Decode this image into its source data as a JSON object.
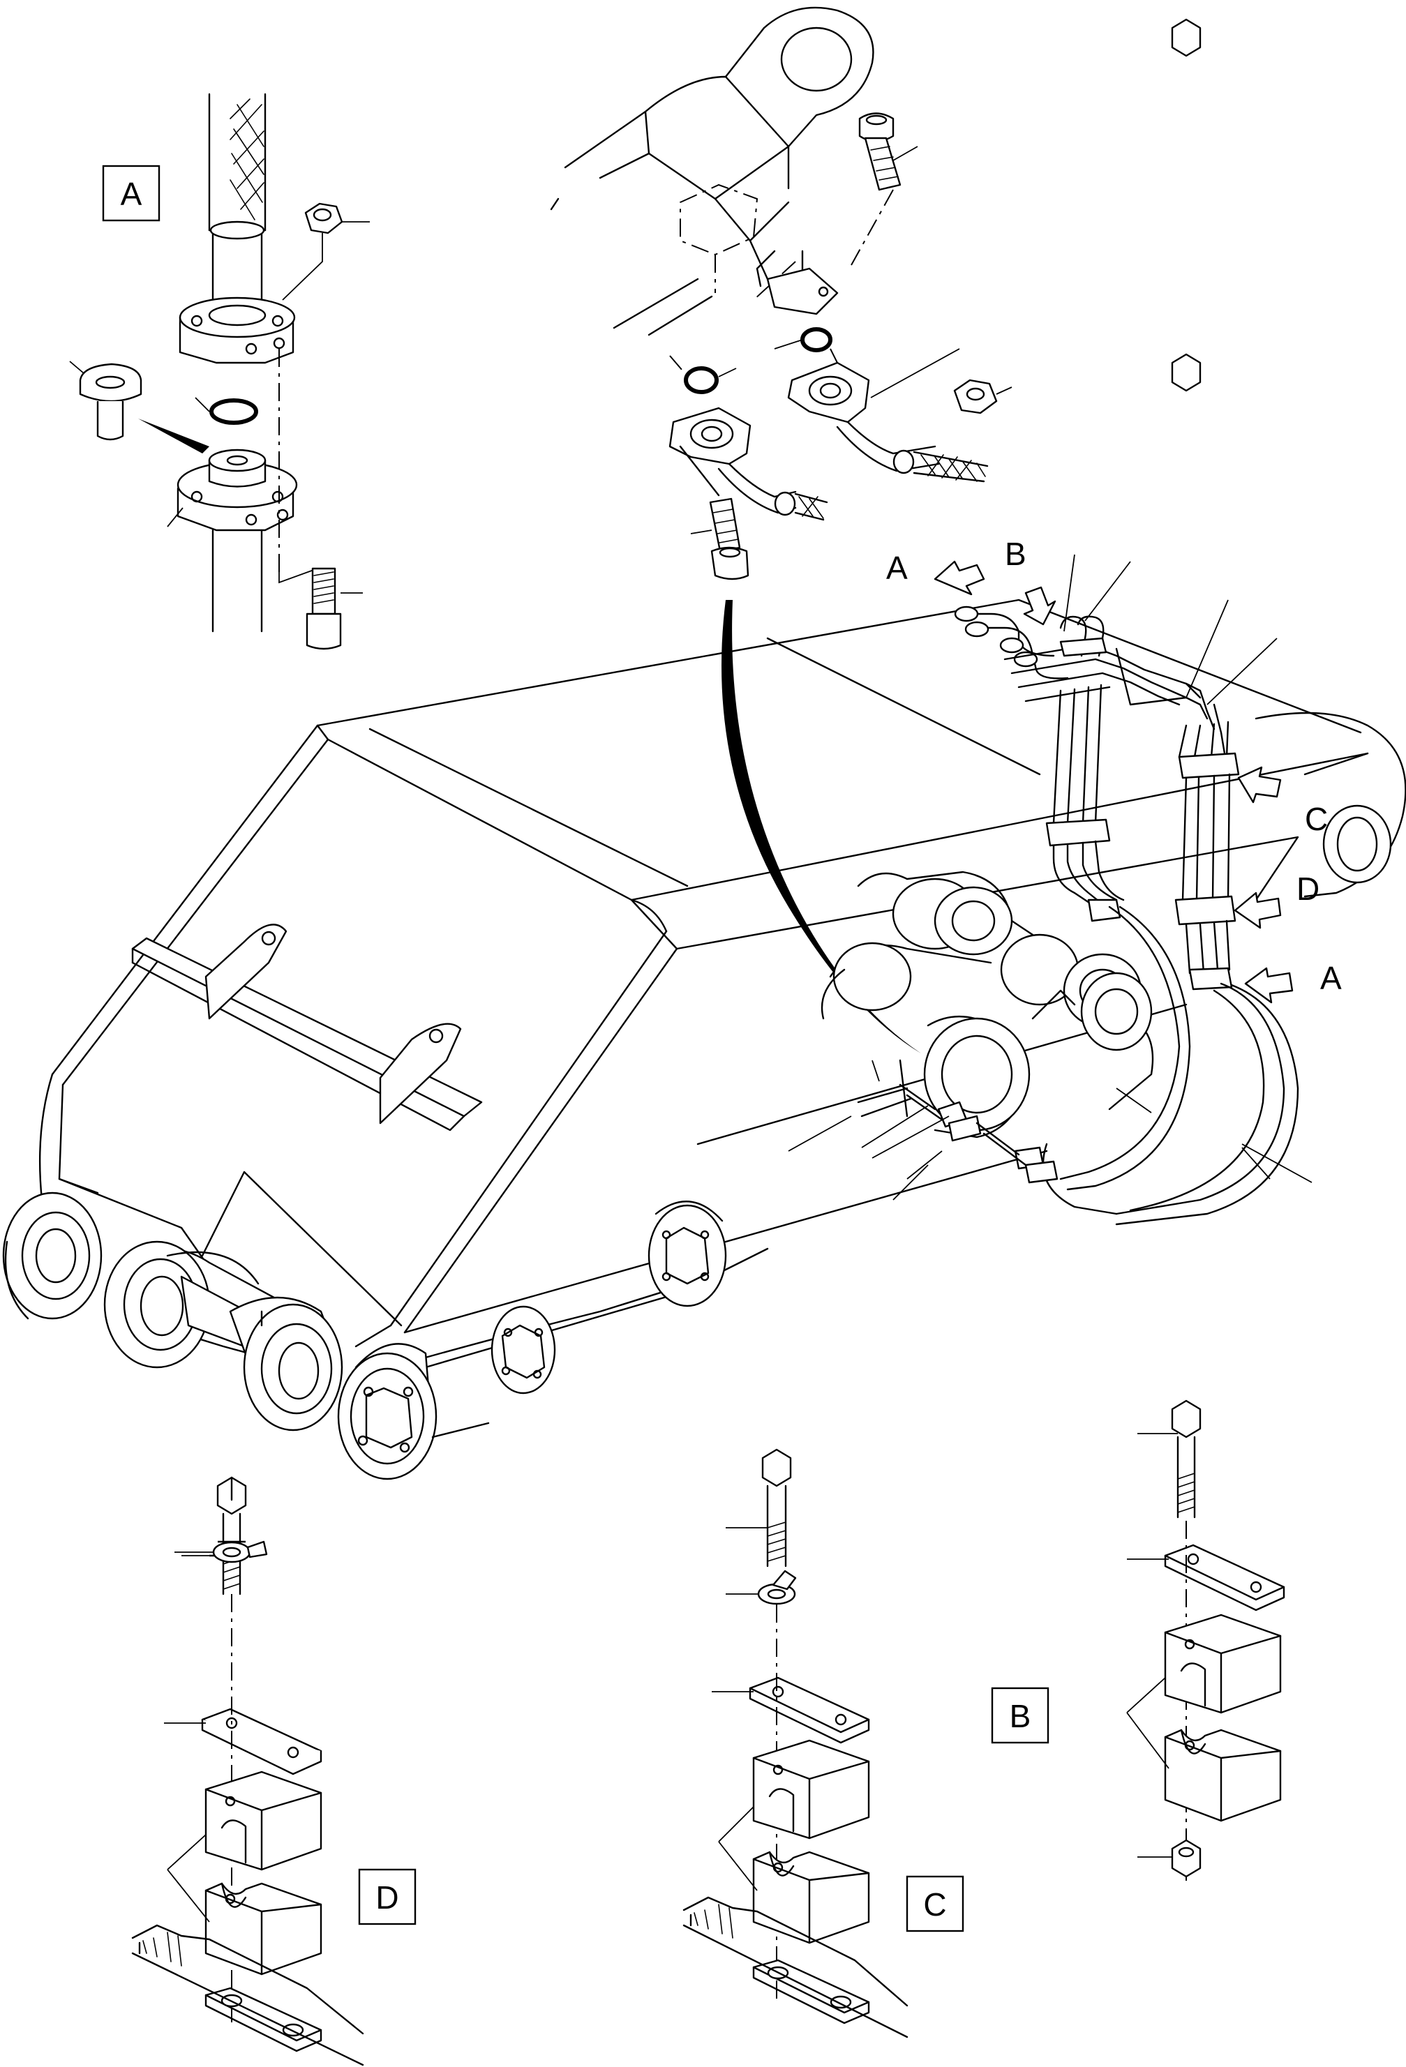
{
  "labels": {
    "box_a": "A",
    "box_b": "B",
    "box_c": "C",
    "box_d": "D",
    "arrow_a_top": "A",
    "arrow_b_top": "B",
    "arrow_c": "C",
    "arrow_d": "D",
    "arrow_a_right": "A"
  }
}
